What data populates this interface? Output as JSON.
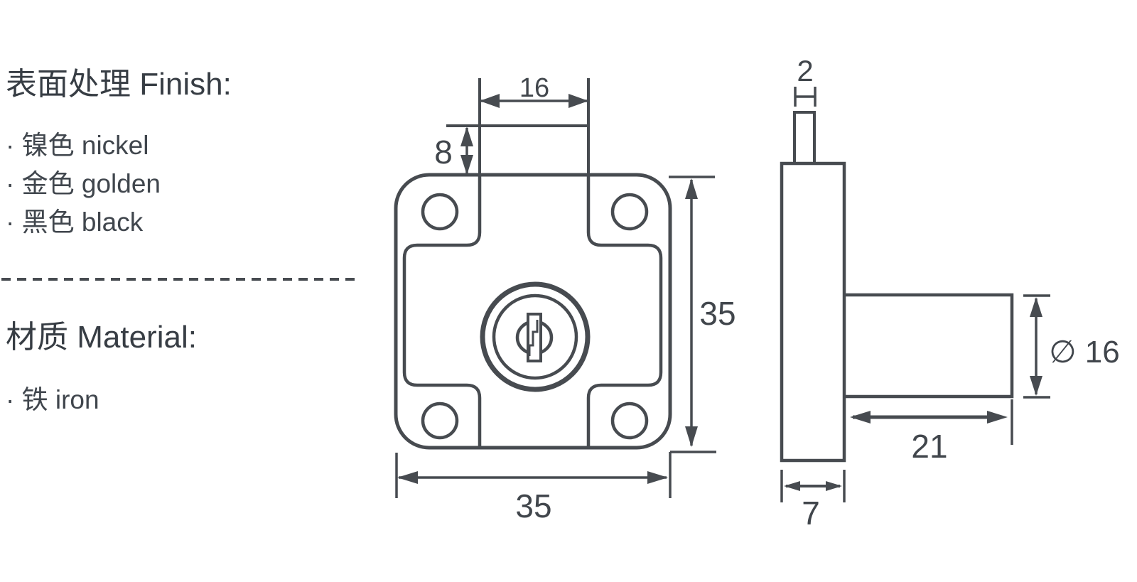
{
  "finish": {
    "title": "表面处理 Finish:",
    "items": [
      "· 镍色 nickel",
      "· 金色 golden",
      "· 黑色 black"
    ]
  },
  "material": {
    "title": "材质 Material:",
    "items": [
      "· 铁 iron"
    ]
  },
  "front_view": {
    "dims": {
      "tab_width": "16",
      "tab_height": "8",
      "plate_height": "35",
      "plate_width": "35"
    }
  },
  "side_view": {
    "dims": {
      "pin_width": "2",
      "barrel_diameter": "∅ 16",
      "barrel_length": "21",
      "body_depth": "7"
    }
  },
  "colors": {
    "line": "#474b50",
    "dim_text": "#41464c",
    "panel_text": "#373d44",
    "background": "#ffffff"
  }
}
